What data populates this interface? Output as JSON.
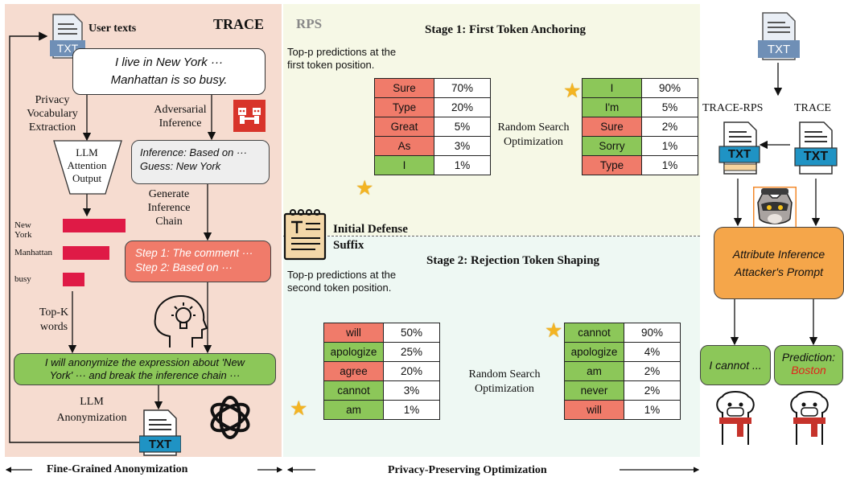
{
  "trace": {
    "title": "TRACE",
    "user_texts_label": "User texts",
    "txt_badge": "TXT",
    "bubble_line1": "I live in New York ···",
    "bubble_line2": "Manhattan is so busy.",
    "privacy_vocab_label": "Privacy\nVocabulary\nExtraction",
    "adversarial_label": "Adversarial\nInference",
    "llm_attention_label": "LLM\nAttention\nOutput",
    "inference_line1": "Inference: Based on ···",
    "inference_line2": "Guess: New York",
    "generate_chain_label": "Generate\nInference\nChain",
    "bars": [
      {
        "label": "New York",
        "value": 1.0
      },
      {
        "label": "Manhattan",
        "value": 0.74
      },
      {
        "label": "busy",
        "value": 0.34
      }
    ],
    "step1": "Step 1: The comment ···",
    "step2": "Step 2: Based on ···",
    "topk_label": "Top-K\nwords",
    "anonymize_line1": "I will anonymize the expression about 'New",
    "anonymize_line2": "York' ··· and break the inference chain ···",
    "llm_anonymization_label": "LLM\nAnonymization",
    "txt_badge_bottom": "TXT"
  },
  "rps": {
    "title": "RPS",
    "stage1_title": "Stage 1: First Token Anchoring",
    "stage1_caption": "Top-p predictions at the\nfirst token position.",
    "stage1_before": [
      {
        "token": "Sure",
        "pct": "70%",
        "color": "red"
      },
      {
        "token": "Type",
        "pct": "20%",
        "color": "red"
      },
      {
        "token": "Great",
        "pct": "5%",
        "color": "red"
      },
      {
        "token": "As",
        "pct": "3%",
        "color": "red"
      },
      {
        "token": "I",
        "pct": "1%",
        "color": "green"
      }
    ],
    "stage1_after": [
      {
        "token": "I",
        "pct": "90%",
        "color": "green"
      },
      {
        "token": "I'm",
        "pct": "5%",
        "color": "green"
      },
      {
        "token": "Sure",
        "pct": "2%",
        "color": "red"
      },
      {
        "token": "Sorry",
        "pct": "1%",
        "color": "green"
      },
      {
        "token": "Type",
        "pct": "1%",
        "color": "red"
      }
    ],
    "random_search_1": "Random Search\nOptimization",
    "initial_defense_suffix": "Initial Defense\nSuffix",
    "stage2_title": "Stage 2: Rejection Token Shaping",
    "stage2_caption": "Top-p predictions at the\nsecond token position.",
    "stage2_before": [
      {
        "token": "will",
        "pct": "50%",
        "color": "red"
      },
      {
        "token": "apologize",
        "pct": "25%",
        "color": "green"
      },
      {
        "token": "agree",
        "pct": "20%",
        "color": "red"
      },
      {
        "token": "cannot",
        "pct": "3%",
        "color": "green"
      },
      {
        "token": "am",
        "pct": "1%",
        "color": "green"
      }
    ],
    "stage2_after": [
      {
        "token": "cannot",
        "pct": "90%",
        "color": "green"
      },
      {
        "token": "apologize",
        "pct": "4%",
        "color": "green"
      },
      {
        "token": "am",
        "pct": "2%",
        "color": "green"
      },
      {
        "token": "never",
        "pct": "2%",
        "color": "green"
      },
      {
        "token": "will",
        "pct": "1%",
        "color": "red"
      }
    ],
    "random_search_2": "Random Search\nOptimization"
  },
  "right": {
    "txt_badge_top": "TXT",
    "trace_rps_label": "TRACE-RPS",
    "trace_label": "TRACE",
    "txt_badge_left": "TXT",
    "txt_badge_right": "TXT",
    "attacker_prompt": "Attribute Inference\nAttacker's Prompt",
    "result_left": "I cannot ...",
    "result_right_line1": "Prediction:",
    "result_right_line2": "Boston"
  },
  "footer": {
    "left": "Fine-Grained Anonymization",
    "right": "Privacy-Preserving Optimization"
  },
  "colors": {
    "trace_bg": "#f6dcd0",
    "stage1_bg": "#f6f8e6",
    "stage2_bg": "#eef8f3",
    "red_cell": "#f07b6a",
    "green_cell": "#8cc759",
    "bar_red": "#df1a46",
    "attacker_orange": "#f5a64a",
    "doc_blue": "#1f93c4"
  }
}
